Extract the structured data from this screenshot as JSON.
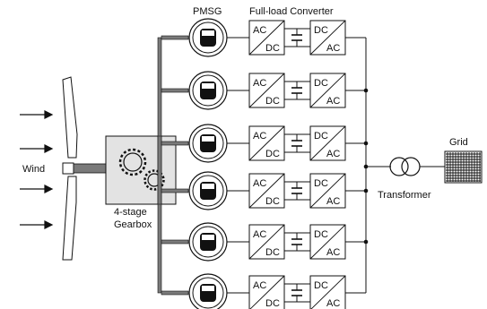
{
  "labels": {
    "pmsg": "PMSG",
    "converter": "Full-load Converter",
    "wind": "Wind",
    "gearbox_line1": "4-stage",
    "gearbox_line2": "Gearbox",
    "transformer": "Transformer",
    "grid": "Grid"
  },
  "units": [
    {
      "id": 1,
      "rectifier_top": "AC",
      "rectifier_bottom": "DC",
      "inverter_top": "DC",
      "inverter_bottom": "AC"
    },
    {
      "id": 2,
      "rectifier_top": "AC",
      "rectifier_bottom": "DC",
      "inverter_top": "DC",
      "inverter_bottom": "AC"
    },
    {
      "id": 3,
      "rectifier_top": "AC",
      "rectifier_bottom": "DC",
      "inverter_top": "DC",
      "inverter_bottom": "AC"
    },
    {
      "id": 4,
      "rectifier_top": "AC",
      "rectifier_bottom": "DC",
      "inverter_top": "DC",
      "inverter_bottom": "AC"
    },
    {
      "id": 5,
      "rectifier_top": "AC",
      "rectifier_bottom": "DC",
      "inverter_top": "DC",
      "inverter_bottom": "AC"
    },
    {
      "id": 6,
      "rectifier_top": "AC",
      "rectifier_bottom": "DC",
      "inverter_top": "DC",
      "inverter_bottom": "AC"
    }
  ],
  "colors": {
    "line": "#111111",
    "shaft": "#7a7a7a",
    "gearbox_fill": "#e3e3e3",
    "generator_core": "#111111"
  }
}
